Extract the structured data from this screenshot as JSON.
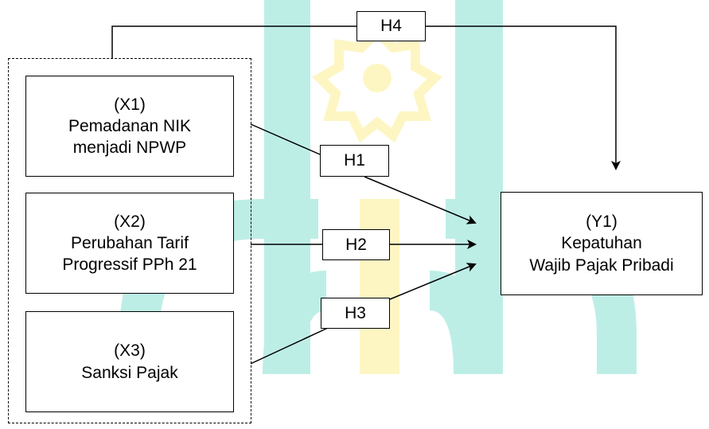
{
  "variables": {
    "x1": {
      "code": "(X1)",
      "line1": "Pemadanan NIK",
      "line2": "menjadi NPWP"
    },
    "x2": {
      "code": "(X2)",
      "line1": "Perubahan Tarif",
      "line2": "Progressif PPh 21"
    },
    "x3": {
      "code": "(X3)",
      "line1": "Sanksi Pajak"
    },
    "y1": {
      "code": "(Y1)",
      "line1": "Kepatuhan",
      "line2": "Wajib Pajak Pribadi"
    }
  },
  "hypotheses": {
    "h1": "H1",
    "h2": "H2",
    "h3": "H3",
    "h4": "H4"
  },
  "watermark_colors": {
    "yellow": "#fdf6c3",
    "teal": "#bdeee6"
  }
}
